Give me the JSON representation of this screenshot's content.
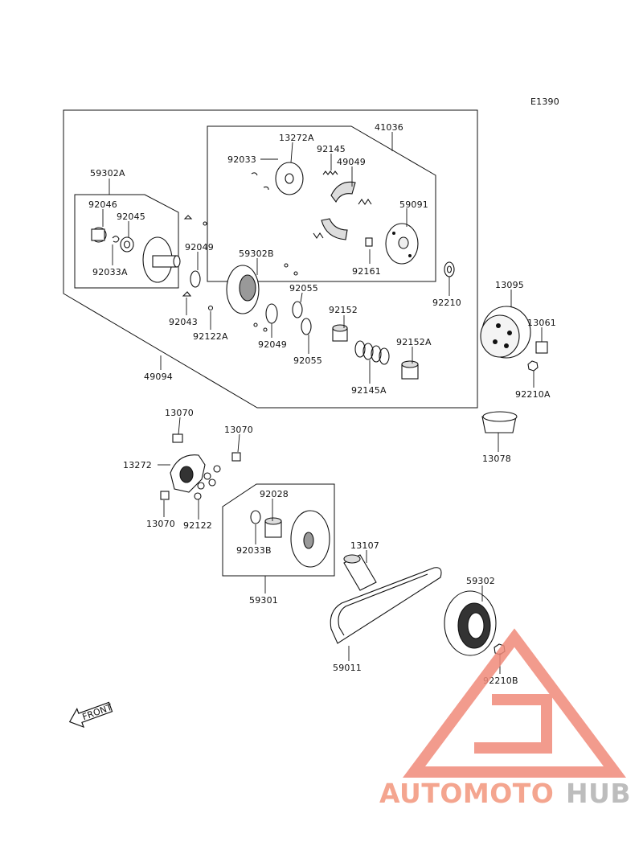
{
  "diagram_code": "E1390",
  "labels": {
    "p13272A": "13272A",
    "p41036": "41036",
    "p92033": "92033",
    "p92145": "92145",
    "p49049": "49049",
    "p59091": "59091",
    "p92161": "92161",
    "p59302A": "59302A",
    "p92046": "92046",
    "p92045": "92045",
    "p92033A": "92033A",
    "p92049a": "92049",
    "p59302B": "59302B",
    "p92055a": "92055",
    "p92043": "92043",
    "p92122A": "92122A",
    "p92049b": "92049",
    "p92055b": "92055",
    "p92152": "92152",
    "p92152A": "92152A",
    "p92145A": "92145A",
    "p92210": "92210",
    "p49094": "49094",
    "p13095": "13095",
    "p13061": "13061",
    "p92210A": "92210A",
    "p13078": "13078",
    "p13070a": "13070",
    "p13070b": "13070",
    "p13272": "13272",
    "p13070c": "13070",
    "p92122": "92122",
    "p92028": "92028",
    "p92033B": "92033B",
    "p59301": "59301",
    "p13107": "13107",
    "p59302": "59302",
    "p59011": "59011",
    "p92210B": "92210B"
  },
  "front_marker": "FRONT",
  "watermark": {
    "text_part1": "AUTOMOTO",
    "text_part2": "HUB",
    "color_primary": "#f4a58f",
    "color_secondary": "#c8c8c8",
    "color_logo": "#f08a7a"
  }
}
